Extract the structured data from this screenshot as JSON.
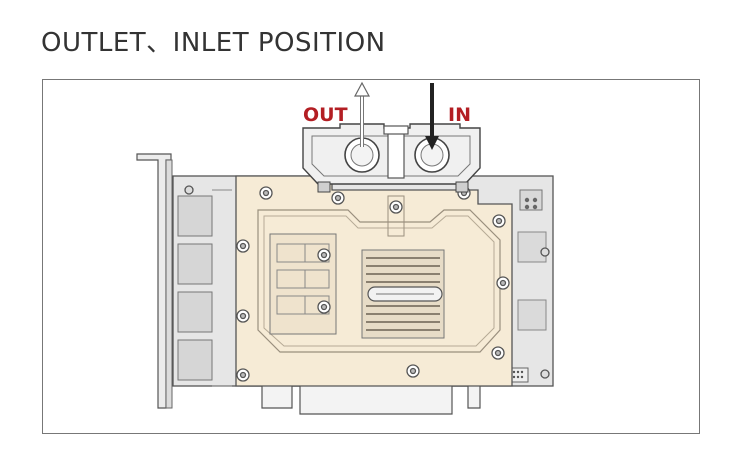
{
  "heading": "OUTLET、INLET POSITION",
  "labels": {
    "outlet": "OUT",
    "inlet": "IN"
  },
  "colors": {
    "label_red": "#b31e23",
    "acetal_plate": "#f6ebd6",
    "pcb_grey": "#e4e4e4",
    "outline": "#555555"
  }
}
